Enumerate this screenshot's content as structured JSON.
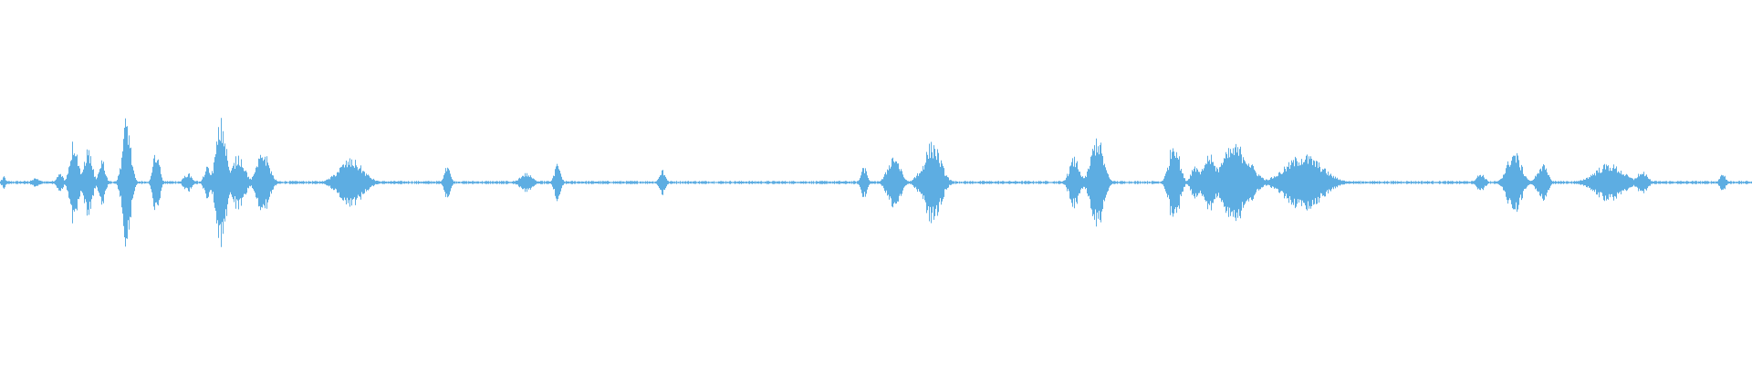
{
  "waveform": {
    "color": "#5dade2",
    "baseline_amplitude": 0.01,
    "bursts": [
      {
        "t": 0.002,
        "amp": 0.04,
        "width": 0.002
      },
      {
        "t": 0.02,
        "amp": 0.03,
        "width": 0.004
      },
      {
        "t": 0.034,
        "amp": 0.06,
        "width": 0.003
      },
      {
        "t": 0.042,
        "amp": 0.28,
        "width": 0.004
      },
      {
        "t": 0.05,
        "amp": 0.22,
        "width": 0.004
      },
      {
        "t": 0.058,
        "amp": 0.16,
        "width": 0.003
      },
      {
        "t": 0.072,
        "amp": 0.42,
        "width": 0.004
      },
      {
        "t": 0.089,
        "amp": 0.22,
        "width": 0.003
      },
      {
        "t": 0.107,
        "amp": 0.06,
        "width": 0.004
      },
      {
        "t": 0.118,
        "amp": 0.1,
        "width": 0.003
      },
      {
        "t": 0.126,
        "amp": 0.4,
        "width": 0.005
      },
      {
        "t": 0.136,
        "amp": 0.18,
        "width": 0.006
      },
      {
        "t": 0.15,
        "amp": 0.2,
        "width": 0.006
      },
      {
        "t": 0.2,
        "amp": 0.15,
        "width": 0.012
      },
      {
        "t": 0.255,
        "amp": 0.1,
        "width": 0.003
      },
      {
        "t": 0.3,
        "amp": 0.06,
        "width": 0.006
      },
      {
        "t": 0.318,
        "amp": 0.12,
        "width": 0.003
      },
      {
        "t": 0.378,
        "amp": 0.08,
        "width": 0.003
      },
      {
        "t": 0.493,
        "amp": 0.1,
        "width": 0.003
      },
      {
        "t": 0.51,
        "amp": 0.18,
        "width": 0.006
      },
      {
        "t": 0.524,
        "amp": 0.06,
        "width": 0.004
      },
      {
        "t": 0.532,
        "amp": 0.26,
        "width": 0.008
      },
      {
        "t": 0.613,
        "amp": 0.16,
        "width": 0.005
      },
      {
        "t": 0.626,
        "amp": 0.3,
        "width": 0.006
      },
      {
        "t": 0.67,
        "amp": 0.28,
        "width": 0.005
      },
      {
        "t": 0.682,
        "amp": 0.12,
        "width": 0.004
      },
      {
        "t": 0.69,
        "amp": 0.18,
        "width": 0.006
      },
      {
        "t": 0.705,
        "amp": 0.24,
        "width": 0.014
      },
      {
        "t": 0.744,
        "amp": 0.18,
        "width": 0.018
      },
      {
        "t": 0.845,
        "amp": 0.06,
        "width": 0.004
      },
      {
        "t": 0.864,
        "amp": 0.2,
        "width": 0.007
      },
      {
        "t": 0.88,
        "amp": 0.12,
        "width": 0.005
      },
      {
        "t": 0.918,
        "amp": 0.12,
        "width": 0.014
      },
      {
        "t": 0.937,
        "amp": 0.08,
        "width": 0.005
      },
      {
        "t": 0.983,
        "amp": 0.06,
        "width": 0.003
      }
    ]
  }
}
